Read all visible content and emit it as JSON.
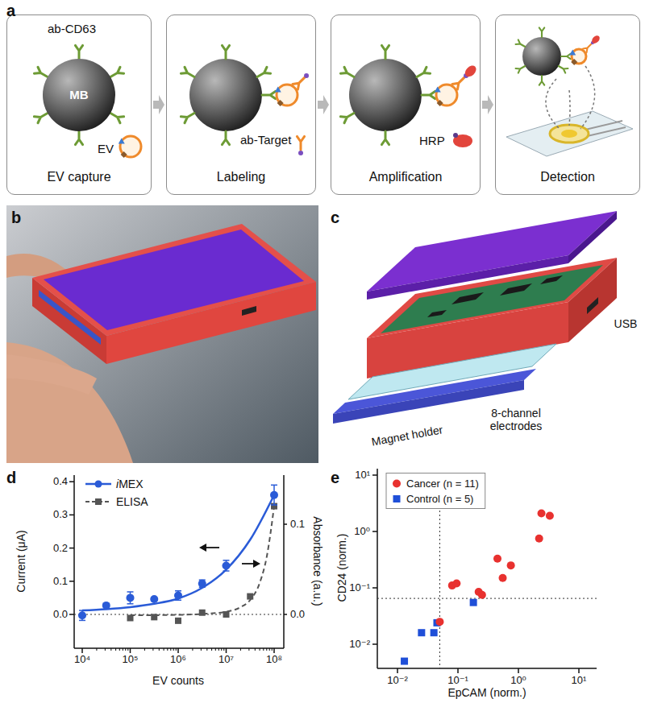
{
  "diagram": {
    "nodes": [
      {
        "text": [
          "ab-CD63",
          "EV",
          "EV capture"
        ]
      },
      {
        "text": [
          "MB"
        ],
        "in": 0
      },
      {
        "text": [
          "ab-Target",
          "Labeling"
        ]
      },
      {
        "text": [
          "HRP",
          "Amplification"
        ]
      },
      {
        "text": [
          "Detection"
        ]
      }
    ],
    "edges": [
      {
        "from": 0,
        "to": 2,
        "arrow": "to"
      },
      {
        "from": 2,
        "to": 3,
        "arrow": "to"
      },
      {
        "from": 3,
        "to": 4,
        "arrow": "to"
      }
    ],
    "labels": [
      "a",
      "b",
      "c",
      "Magnet holder",
      "8-channel electrodes",
      "USB",
      "d",
      "Current (μA)",
      "Absorbance (a.u.)",
      "EV counts",
      "0.0",
      "0.1",
      "0.2",
      "0.3",
      "0.4",
      "0.0",
      "0.1",
      "10⁴",
      "10⁵",
      "10⁶",
      "10⁷",
      "10⁸",
      "e",
      "CD24 (norm.)",
      "EpCAM (norm.)",
      "10⁻²",
      "10⁻¹",
      "10⁰",
      "10¹",
      "10⁻²",
      "10⁻¹",
      "10⁰",
      "10¹"
    ],
    "legend": [
      {
        "text": "iMEX"
      },
      {
        "text": "ELISA"
      },
      {
        "text": "Cancer (n = 11)"
      },
      {
        "text": "Control (n = 5)"
      }
    ]
  }
}
